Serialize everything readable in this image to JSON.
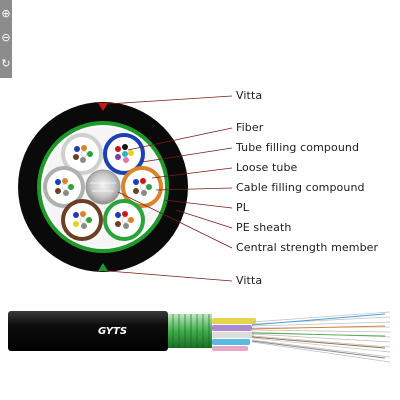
{
  "toolbar": {
    "zoom_in_icon": "zoom-in-icon",
    "zoom_out_icon": "zoom-out-icon",
    "reset_icon": "reset-icon"
  },
  "diagram": {
    "labels": [
      "Vitta",
      "Fiber",
      "Tube filling compound",
      "Loose tube",
      "Cable filling compound",
      "PL",
      "PE sheath",
      "Central strength member",
      "Vitta"
    ],
    "cable_print": "GYTS",
    "colors": {
      "sheath": "#0a0a0a",
      "green_band": "#1f9a2a",
      "vitta": "#d21414",
      "leader": "#7a1b1b",
      "tube_blue": "#1c3fb4",
      "tube_orange": "#d9832a",
      "tube_green": "#2aa33a",
      "tube_brown": "#6b3f22",
      "tube_gray": "#b0b0b0"
    }
  }
}
